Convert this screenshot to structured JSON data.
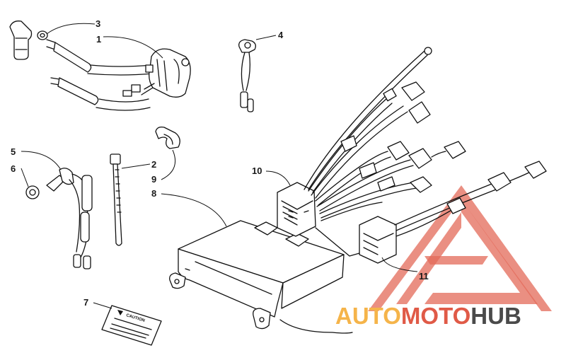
{
  "callouts": [
    "1",
    "2",
    "3",
    "4",
    "5",
    "6",
    "7",
    "8",
    "9",
    "10",
    "11"
  ],
  "caution_label": "CAUTION",
  "watermark": {
    "part1": "AUTO",
    "part2": "MOTO",
    "part3": "HUB",
    "colors": {
      "auto": "#f5b44a",
      "moto": "#e05a47",
      "hub": "#4a4a4a",
      "triangle": "#e05a47"
    }
  }
}
